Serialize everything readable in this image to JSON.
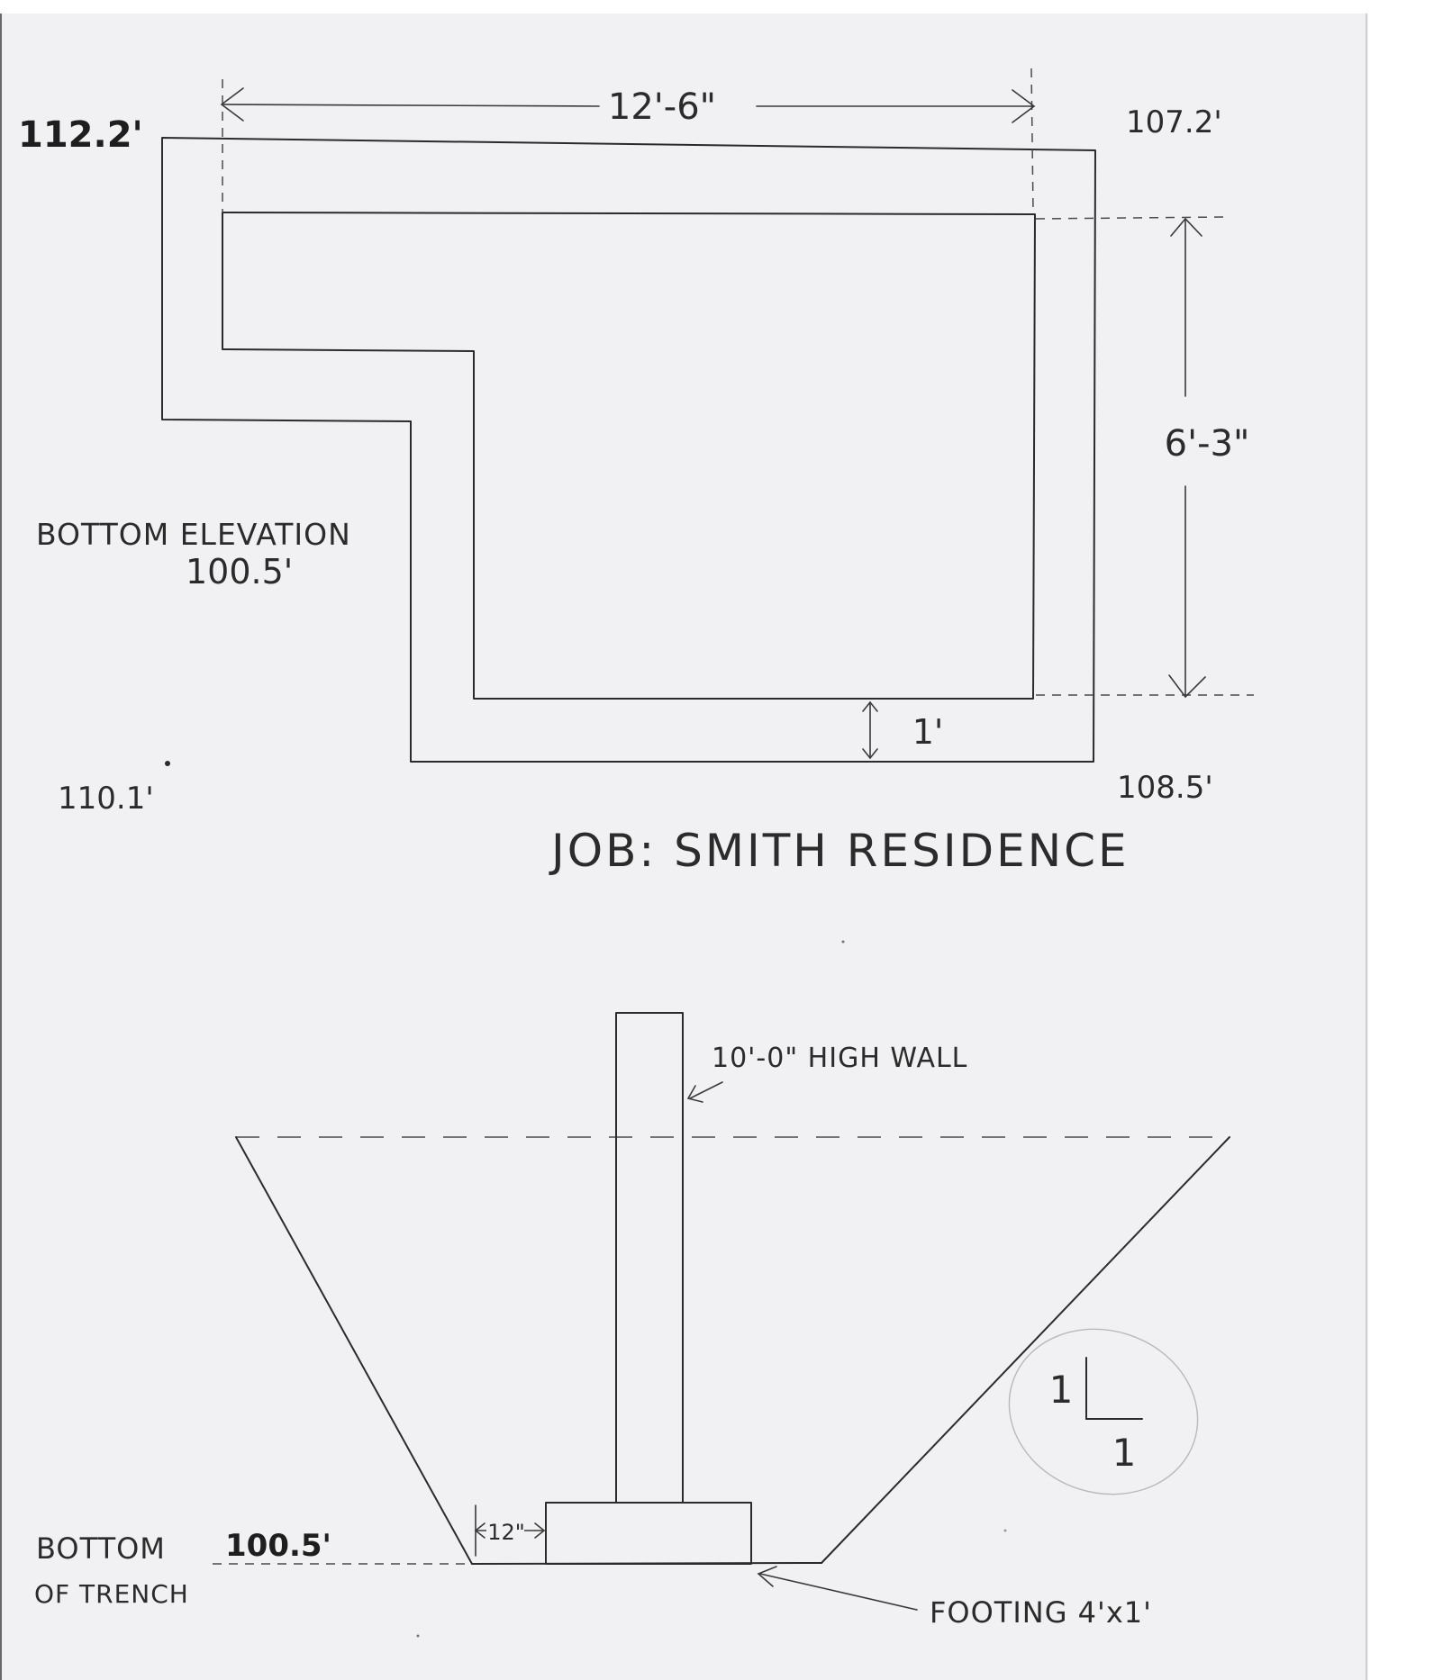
{
  "plan": {
    "width_dim": "12'-6\"",
    "height_dim": "6'-3\"",
    "offset_dim": "1'",
    "corner_top_left": "112.2'",
    "corner_top_right": "107.2'",
    "corner_bottom_left": "110.1'",
    "corner_bottom_right": "108.5'",
    "bottom_elevation_label": "BOTTOM ELEVATION",
    "bottom_elevation_value": "100.5'"
  },
  "job_title": "JOB: SMITH RESIDENCE",
  "section": {
    "wall_label": "10'-0\" HIGH WALL",
    "footing_label": "FOOTING 4'x1'",
    "footing_offset_dim": "12\"",
    "trench_label_line1": "BOTTOM",
    "trench_label_line2": "OF TRENCH",
    "trench_elevation": "100.5'",
    "slope_rise": "1",
    "slope_run": "1"
  }
}
